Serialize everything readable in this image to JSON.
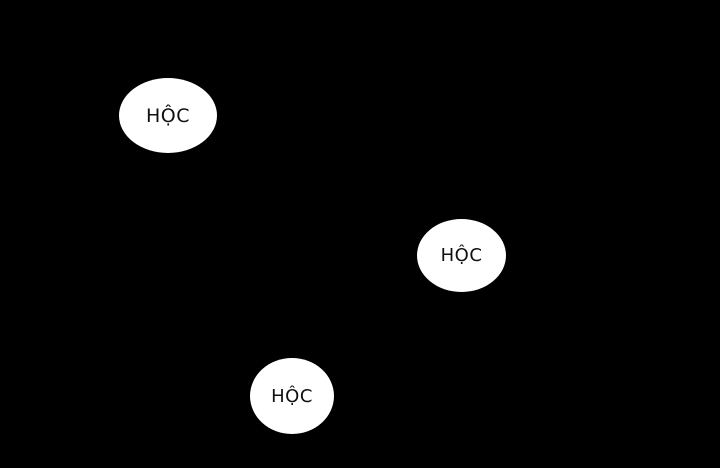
{
  "background_color": "#000000",
  "bubble_color": "#ffffff",
  "text_color": "#111111",
  "bubbles": [
    {
      "text": "HỘC"
    },
    {
      "text": "HỘC"
    },
    {
      "text": "HỘC"
    }
  ]
}
